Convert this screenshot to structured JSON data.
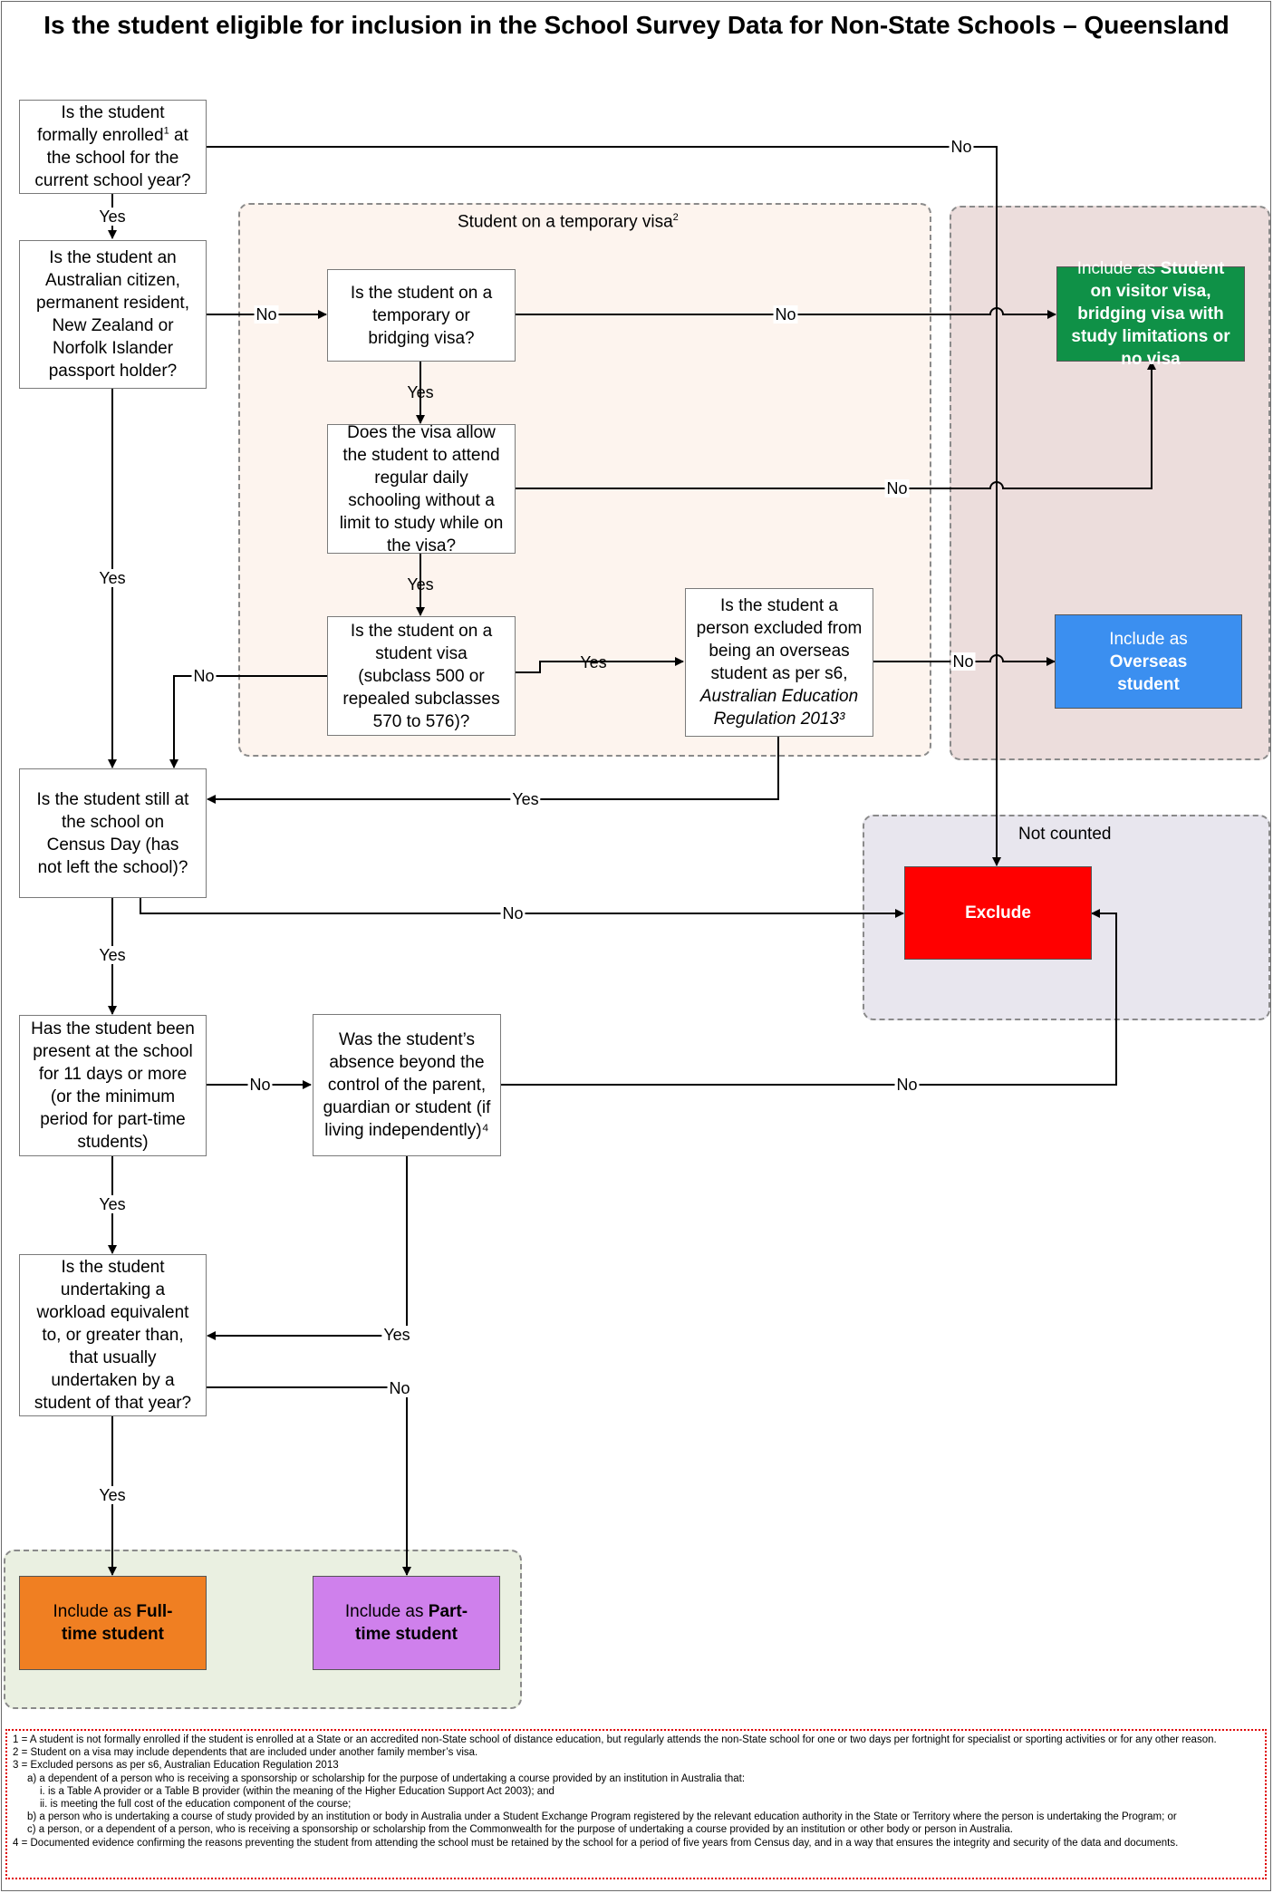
{
  "title": "Is the student eligible for inclusion in the School Survey Data for Non-State Schools – Queensland",
  "regions": {
    "temp_visa": "Student on a temporary visa",
    "not_counted": "Not counted"
  },
  "questions": {
    "q1": "Is the student formally enrolled¹ at the school for the current school year?",
    "q2": "Is the student an Australian citizen, permanent resident, New Zealand or Norfolk Islander passport holder?",
    "q3": "Is the student on a temporary or bridging visa?",
    "q4": "Does the visa allow the student to attend regular daily schooling without a limit to study while on the visa?",
    "q5": "Is the student on a student visa (subclass 500 or repealed subclasses 570 to 576)?",
    "q6a": "Is the student a person excluded from being an overseas student as per s6,",
    "q6b": "Australian Education Regulation 2013³",
    "q7": "Is the student still at the school on Census Day (has not left the school)?",
    "q8": "Has the student been present at the school for 11 days or more (or the minimum period for part-time students)",
    "q9": "Was the student’s absence beyond the control of the parent, guardian or student (if living independently)⁴",
    "q10": "Is the student undertaking a workload equivalent to, or greater than, that usually undertaken by a student of that year?"
  },
  "outcomes": {
    "visitor": {
      "prefix": "Include as ",
      "bold": "Student on visitor visa, bridging visa with study limitations or no visa",
      "color": "#0f9147"
    },
    "overseas": {
      "prefix": "Include as ",
      "bold": "Overseas student",
      "color": "#3b8ff0"
    },
    "exclude": {
      "prefix": "",
      "bold": "Exclude",
      "color": "#ff0000"
    },
    "fulltime": {
      "prefix": "Include as ",
      "bold": "Full-time student",
      "color": "#f07f22"
    },
    "parttime": {
      "prefix": "Include as ",
      "bold": "Part-time student",
      "color": "#cf80ec"
    }
  },
  "edge_labels": {
    "yes": "Yes",
    "no": "No"
  },
  "notes": {
    "n1": "1 = A student is not formally enrolled if the student is enrolled at a State or an accredited non-State school of distance education, but regularly attends the non-State school for one or two days per fortnight for specialist or sporting activities or for any other reason.",
    "n2": "2 = Student on a visa may include dependents that are included under another family member’s visa.",
    "n3": "3 = Excluded persons as per s6, Australian Education Regulation 2013",
    "n3a": "a) a dependent of a person who is receiving a sponsorship or scholarship for the purpose of undertaking a course provided by an institution in Australia that:",
    "n3ai": "i. is a Table A provider or a Table B provider (within the meaning of the Higher Education Support Act 2003); and",
    "n3aii": "ii. is meeting the full cost of the education component of the course;",
    "n3b": "b) a person who is undertaking a course of study provided by an institution or body in Australia under a Student Exchange Program registered by the relevant education authority in the State or Territory where the person is undertaking the Program; or",
    "n3c": "c) a person, or a dependent of a person, who is receiving a sponsorship or scholarship from the Commonwealth for the purpose of undertaking a course provided by an institution or other body or person in Australia.",
    "n4": "4 = Documented evidence confirming the reasons preventing the student from attending the school must be retained by the school for a period of five years from Census day, and in a way that ensures the integrity and security of the data and documents."
  }
}
